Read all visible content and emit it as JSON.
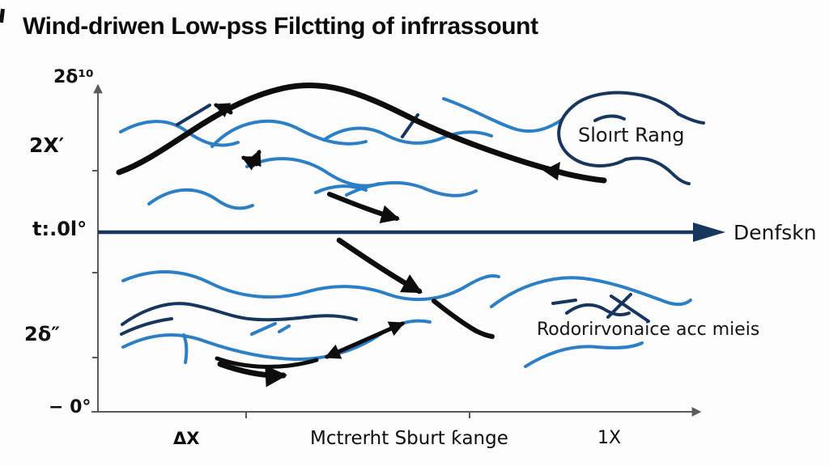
{
  "title": "Wind-driwen Low-pss Filctting of infrrassount",
  "y_axis": {
    "label_top": "2δ¹⁰",
    "label_upper": "2X′",
    "label_middle": "t:.0l°",
    "label_lower": "2δ″",
    "label_origin": "− 0°"
  },
  "x_axis": {
    "label_left": "ΔX",
    "label_center": "Mctrerht Sburt ƙange",
    "label_right": "1X"
  },
  "annotations": {
    "short_range": "Sloırt Rang",
    "direction_axis": "Denfskn",
    "lower_medium": "Rodorirvonaice acc mieis"
  },
  "colors": {
    "wave_light_blue": "#2b7fc6",
    "wave_navy": "#17365f",
    "ink_black": "#0d0d0d",
    "axis_gray": "#5a5a5a",
    "background": "#fcfcfc"
  }
}
